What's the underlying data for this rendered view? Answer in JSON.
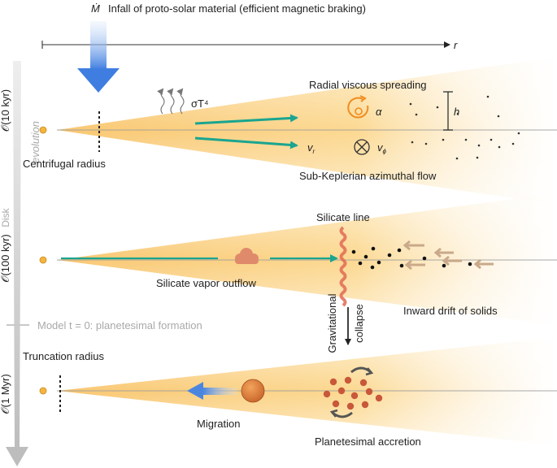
{
  "infall": {
    "symbol": "Ṁ",
    "label": "Infall of proto-solar material (efficient magnetic braking)"
  },
  "axis": {
    "r_label": "r"
  },
  "timeline": {
    "evolution_label": "evolution",
    "disk_label": "Disk",
    "model_t0_label": "Model t = 0: planetesimal formation",
    "stages": [
      "𝒪(10 kyr)",
      "𝒪(100 kyr)",
      "𝒪(1 Myr)"
    ]
  },
  "disk1": {
    "radiation": "σT⁴",
    "radial_spreading": "Radial viscous spreading",
    "centrifugal_radius": "Centrifugal radius",
    "alpha": "α",
    "height": "h",
    "v_r": "v",
    "v_r_sub": "r",
    "v_phi": "v",
    "v_phi_sub": "ϕ",
    "azimuthal_flow": "Sub-Keplerian azimuthal flow"
  },
  "disk2": {
    "silicate_line": "Silicate line",
    "vapor_outflow": "Silicate vapor outflow",
    "inward_drift": "Inward drift of solids"
  },
  "transition": {
    "gravitational": "Gravitational",
    "collapse": "collapse"
  },
  "disk3": {
    "truncation_radius": "Truncation radius",
    "migration": "Migration",
    "planetesimal_accretion": "Planetesimal accretion"
  },
  "colors": {
    "disk_orange": "#f7b84a",
    "teal_arrow": "#1aa58f",
    "infall_blue": "#4a86e0",
    "silicate_red": "#e06a52",
    "planetesimal": "#c8583a",
    "drift_arrow": "#c9a98a"
  }
}
